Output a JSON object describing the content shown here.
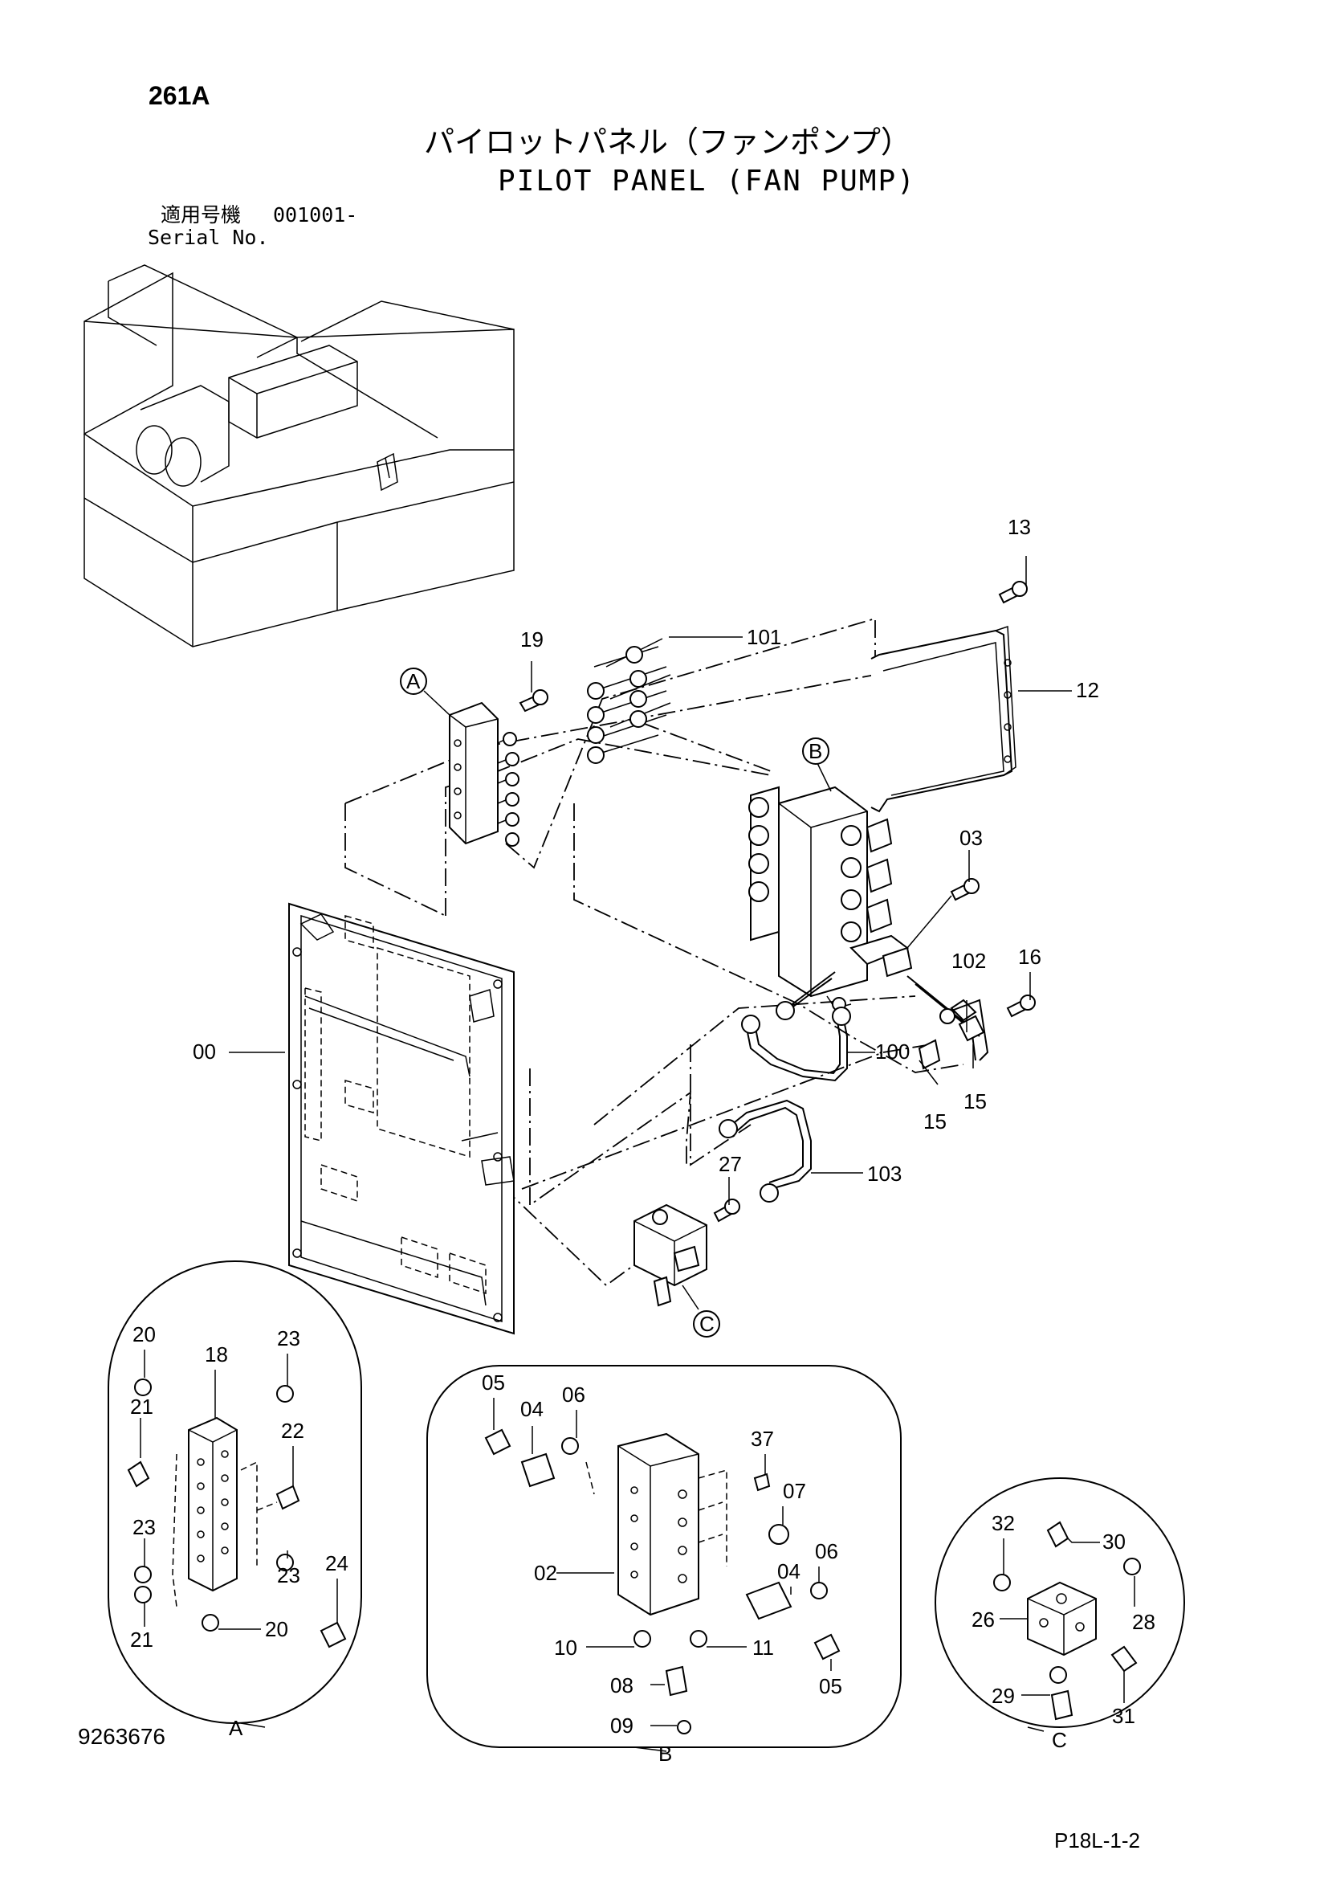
{
  "header": {
    "page_number": "261A",
    "title_jp": "パイロットパネル（ファンポンプ）",
    "title_en": "PILOT PANEL (FAN PUMP)",
    "serial_label_jp": "適用号機",
    "serial_value": "001001-",
    "serial_label_en": "Serial No."
  },
  "footer": {
    "document_number": "9263676",
    "sheet_code": "P18L-1-2"
  },
  "main_view": {
    "callouts": [
      "13",
      "101",
      "19",
      "12",
      "03",
      "102",
      "16",
      "00",
      "100",
      "15",
      "15",
      "27",
      "103"
    ],
    "detail_markers": [
      "A",
      "B",
      "C"
    ]
  },
  "detail_a": {
    "label": "A",
    "callouts": [
      "20",
      "18",
      "23",
      "21",
      "22",
      "23",
      "23",
      "24",
      "21",
      "20"
    ]
  },
  "detail_b": {
    "label": "B",
    "callouts": [
      "05",
      "06",
      "04",
      "37",
      "07",
      "02",
      "06",
      "04",
      "10",
      "11",
      "08",
      "05",
      "09"
    ]
  },
  "detail_c": {
    "label": "C",
    "callouts": [
      "32",
      "30",
      "26",
      "28",
      "29",
      "31"
    ]
  }
}
